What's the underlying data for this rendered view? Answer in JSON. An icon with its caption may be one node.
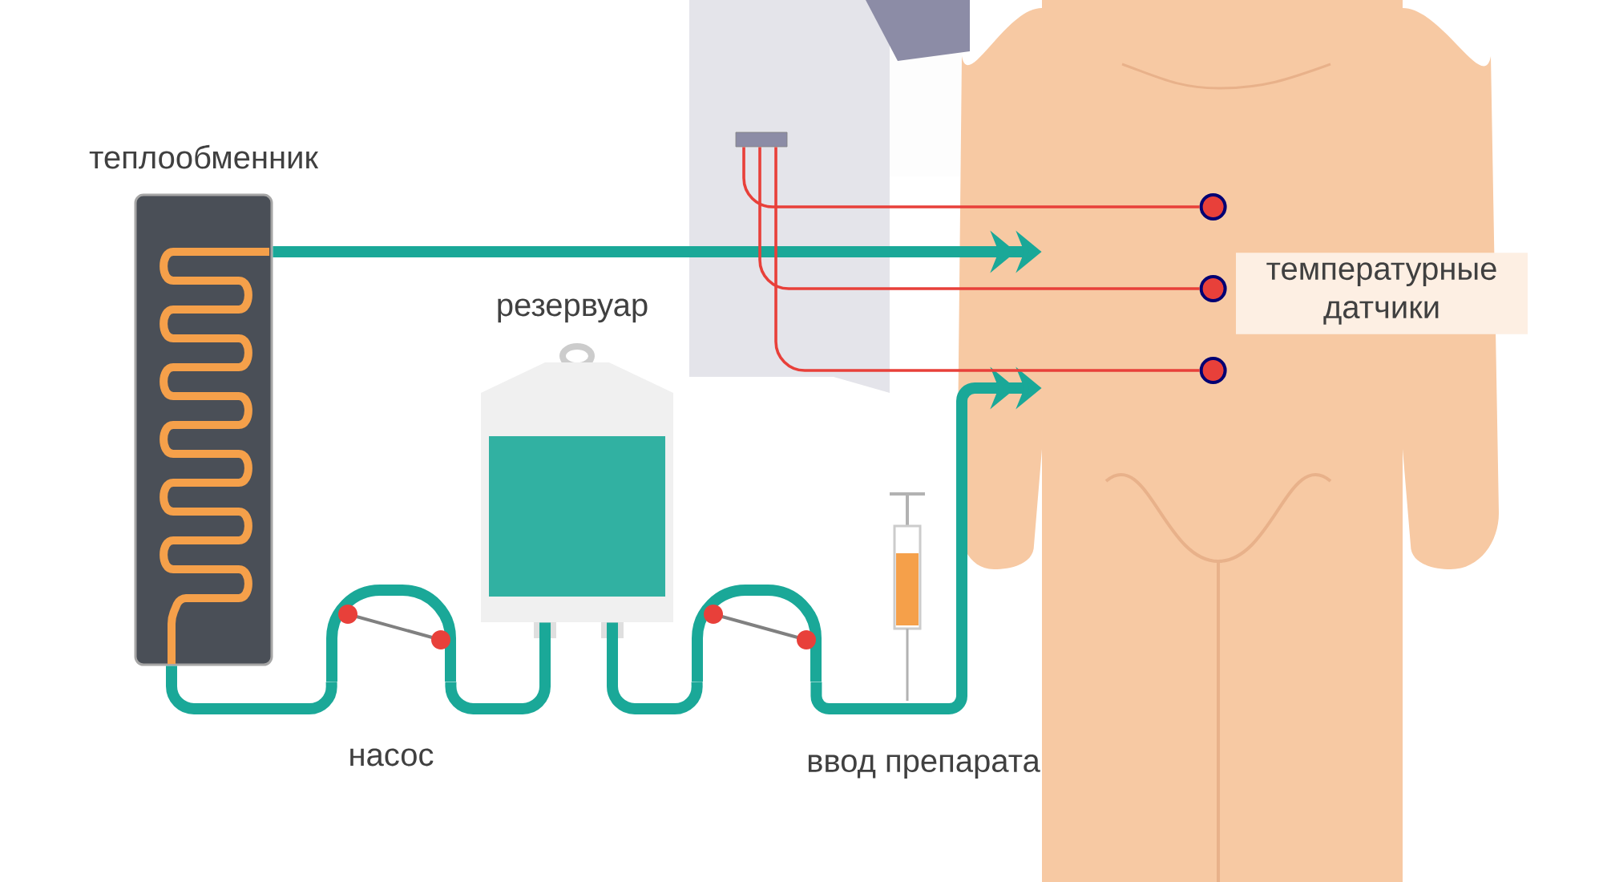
{
  "diagram": {
    "nodes": [
      {
        "text": [
          "теплообменник"
        ]
      },
      {
        "text": [],
        "shape": "box"
      },
      {
        "text": [],
        "shape": "person"
      },
      {
        "text": [],
        "shape": "circle",
        "in": 2
      },
      {
        "text": [],
        "shape": "circle",
        "in": 2
      },
      {
        "text": [],
        "shape": "circle",
        "in": 2
      },
      {
        "text": [
          "резервуар"
        ]
      },
      {
        "text": [
          "насос"
        ]
      },
      {
        "text": [],
        "shape": "picture"
      }
    ],
    "edges": [
      {
        "from": 0,
        "to": 2,
        "arrow": "to"
      },
      {
        "from": 0,
        "to": 7,
        "arrow": "none"
      },
      {
        "from": 7,
        "to": 6,
        "arrow": "none"
      },
      {
        "from": 6,
        "to": 8,
        "arrow": "none"
      },
      {
        "from": 8,
        "to": 2,
        "arrow": "to"
      },
      {
        "from": 1,
        "to": 3,
        "arrow": "none",
        "color": "#e8403a"
      },
      {
        "from": 1,
        "to": 4,
        "arrow": "none",
        "color": "#e8403a"
      },
      {
        "from": 1,
        "to": 5,
        "arrow": "none",
        "color": "#e8403a"
      }
    ],
    "labels": [
      "температурные датчики",
      "ввод препарата"
    ]
  }
}
